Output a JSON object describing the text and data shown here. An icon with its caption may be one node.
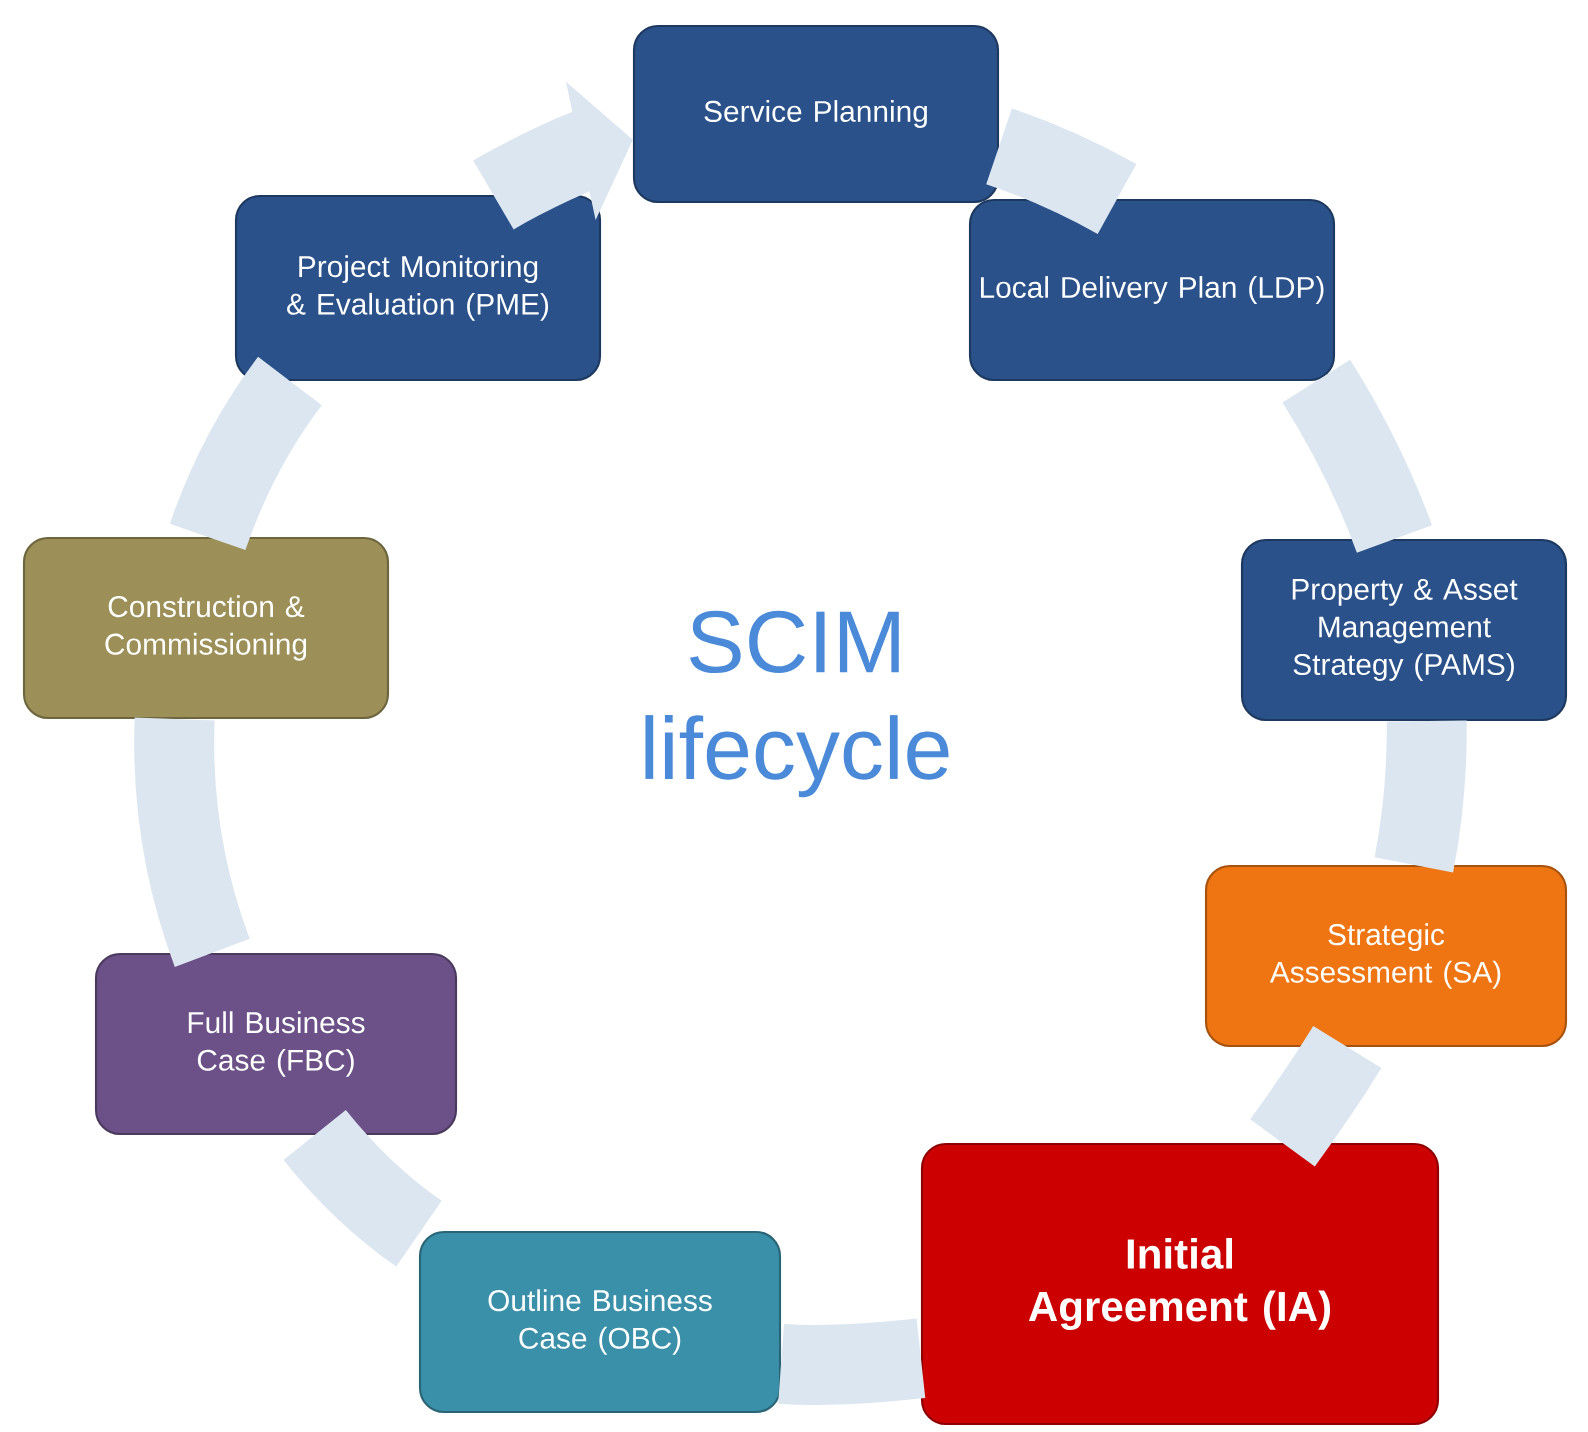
{
  "diagram": {
    "nodes": [
      {
        "text": [
          "Service Planning"
        ]
      },
      {
        "text": [
          "Local Delivery Plan (LDP)"
        ]
      },
      {
        "text": [
          "Property & Asset Management Strategy (PAMS)"
        ]
      },
      {
        "text": [
          "Strategic Assessment (SA)"
        ]
      },
      {
        "text": [
          "Initial Agreement (IA)"
        ]
      },
      {
        "text": [
          "Outline Business Case (OBC)"
        ]
      },
      {
        "text": [
          "Full Business Case (FBC)"
        ]
      },
      {
        "text": [
          "Construction & Commissioning"
        ]
      },
      {
        "text": [
          "Project Monitoring & Evaluation (PME)"
        ]
      }
    ],
    "edges": [
      {
        "from": 0,
        "to": 1,
        "arrow": "none"
      },
      {
        "from": 1,
        "to": 2,
        "arrow": "none"
      },
      {
        "from": 2,
        "to": 3,
        "arrow": "none"
      },
      {
        "from": 3,
        "to": 4,
        "arrow": "none"
      },
      {
        "from": 4,
        "to": 5,
        "arrow": "none"
      },
      {
        "from": 5,
        "to": 6,
        "arrow": "none"
      },
      {
        "from": 6,
        "to": 7,
        "arrow": "none"
      },
      {
        "from": 7,
        "to": 8,
        "arrow": "none"
      },
      {
        "from": 8,
        "to": 0,
        "arrow": "to"
      }
    ],
    "labels": [
      "SCIM lifecycle"
    ]
  }
}
